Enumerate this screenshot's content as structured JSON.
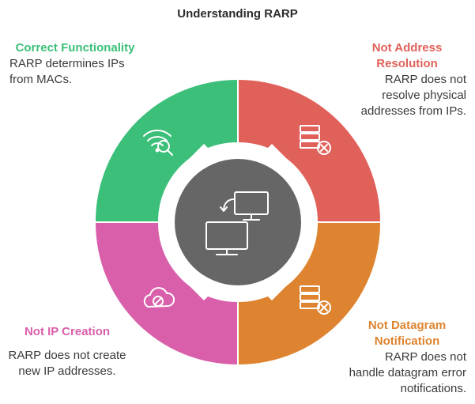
{
  "title": "Understanding RARP",
  "colors": {
    "green": "#3bbf79",
    "red": "#e0615a",
    "orange": "#de8430",
    "pink": "#d95fab",
    "hub": "#666666",
    "text": "#3a3a3a"
  },
  "segments": [
    {
      "id": "correct",
      "heading": "Correct Functionality",
      "text": "RARP determines IPs from MACs.",
      "icon": "wifi-search-icon",
      "color": "#3bbf79"
    },
    {
      "id": "not-address",
      "heading": "Not Address Resolution",
      "text": "RARP does not resolve physical addresses from IPs.",
      "icon": "server-x-icon",
      "color": "#e0615a"
    },
    {
      "id": "not-datagram",
      "heading": "Not Datagram Notification",
      "text": "RARP does not handle datagram error notifications.",
      "icon": "server-x-icon",
      "color": "#de8430"
    },
    {
      "id": "not-ip",
      "heading": "Not IP Creation",
      "text": "RARP does not create new IP addresses.",
      "icon": "cloud-blocked-icon",
      "color": "#d95fab"
    }
  ],
  "hub_icon": "computers-transfer-icon"
}
